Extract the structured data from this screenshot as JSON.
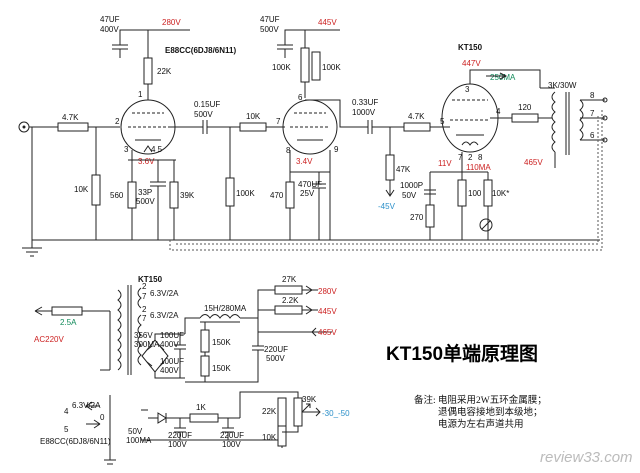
{
  "title": "KT150单端原理图",
  "note_label": "备注:",
  "notes": [
    "电阻采用2W五环金属膜；",
    "退偶电容接地到本级地；",
    "电源为左右声道共用"
  ],
  "watermark": "review33.com",
  "stage1": {
    "cap": "47UF",
    "cap_v": "400V",
    "b_plus": "280V",
    "tube": "E88CC(6DJ8/6N11)",
    "r_plate": "22K",
    "r_in": "4.7K",
    "r_grid": "10K",
    "r_k": "560",
    "c_k": "33P",
    "c_k_v": "500V",
    "r_k2": "39K",
    "v_k": "3.6V",
    "c_cpl": "0.15UF",
    "c_cpl_v": "500V",
    "pins": [
      "1",
      "2",
      "3"
    ],
    "pin_k2": "4  5"
  },
  "stage2": {
    "cap": "47UF",
    "cap_v": "500V",
    "b_plus": "445V",
    "r1": "100K",
    "r2": "100K",
    "r_grid_in": "10K",
    "r_grid": "100K",
    "r_k": "470",
    "c_k": "470UF",
    "c_k_v": "25V",
    "v_k": "3.4V",
    "c_cpl": "0.33UF",
    "c_cpl_v": "1000V",
    "pins": [
      "6",
      "7",
      "8",
      "9"
    ]
  },
  "output": {
    "tube": "KT150",
    "v_plate": "447V",
    "i_plate": "250MA",
    "r_grid_stop": "4.7K",
    "r_bias": "47K",
    "bias_v": "-45V",
    "v_k": "11V",
    "i_k": "110MA",
    "c_k": "1000P",
    "c_k_v": "50V",
    "r_k": "270",
    "r_100": "100",
    "r_10k": "10K*",
    "r_screen": "120",
    "xfmr": "3K/30W",
    "v_screen": "465V",
    "pins": [
      "3",
      "4",
      "5",
      "7",
      "2",
      "8"
    ],
    "taps": [
      "8",
      "7",
      "6"
    ]
  },
  "psu": {
    "tube": "KT150",
    "heater1": "6.3V/2A",
    "heater2": "6.3V/2A",
    "fuse": "2.5A",
    "ac_in": "AC220V",
    "hv_sec": "356V",
    "hv_i": "300MA",
    "c1": "100UF",
    "c1_v": "400V",
    "c2": "100UF",
    "c2_v": "400V",
    "choke": "15H/280MA",
    "r_bleed1": "150K",
    "r_bleed2": "150K",
    "c3": "220UF",
    "c3_v": "500V",
    "r_27k": "27K",
    "r_22k": "2.2K",
    "out1": "280V",
    "out2": "445V",
    "out3": "465V",
    "heater3": "6.3V/2A",
    "heater3_pins": [
      "4",
      "5",
      "0"
    ],
    "tube2": "E88CC(6DJ8/6N11)",
    "bias_sec": "50V",
    "bias_i": "100MA",
    "r_1k": "1K",
    "c4": "220UF",
    "c4_v": "100V",
    "c5": "220UF",
    "c5_v": "100V",
    "r_22k_b": "22K",
    "r_39k": "39K",
    "r_10k_b": "10K",
    "bias_out": "-30_-50",
    "pins_top": [
      "2",
      "7"
    ],
    "pins_mid": [
      "2",
      "7"
    ]
  }
}
